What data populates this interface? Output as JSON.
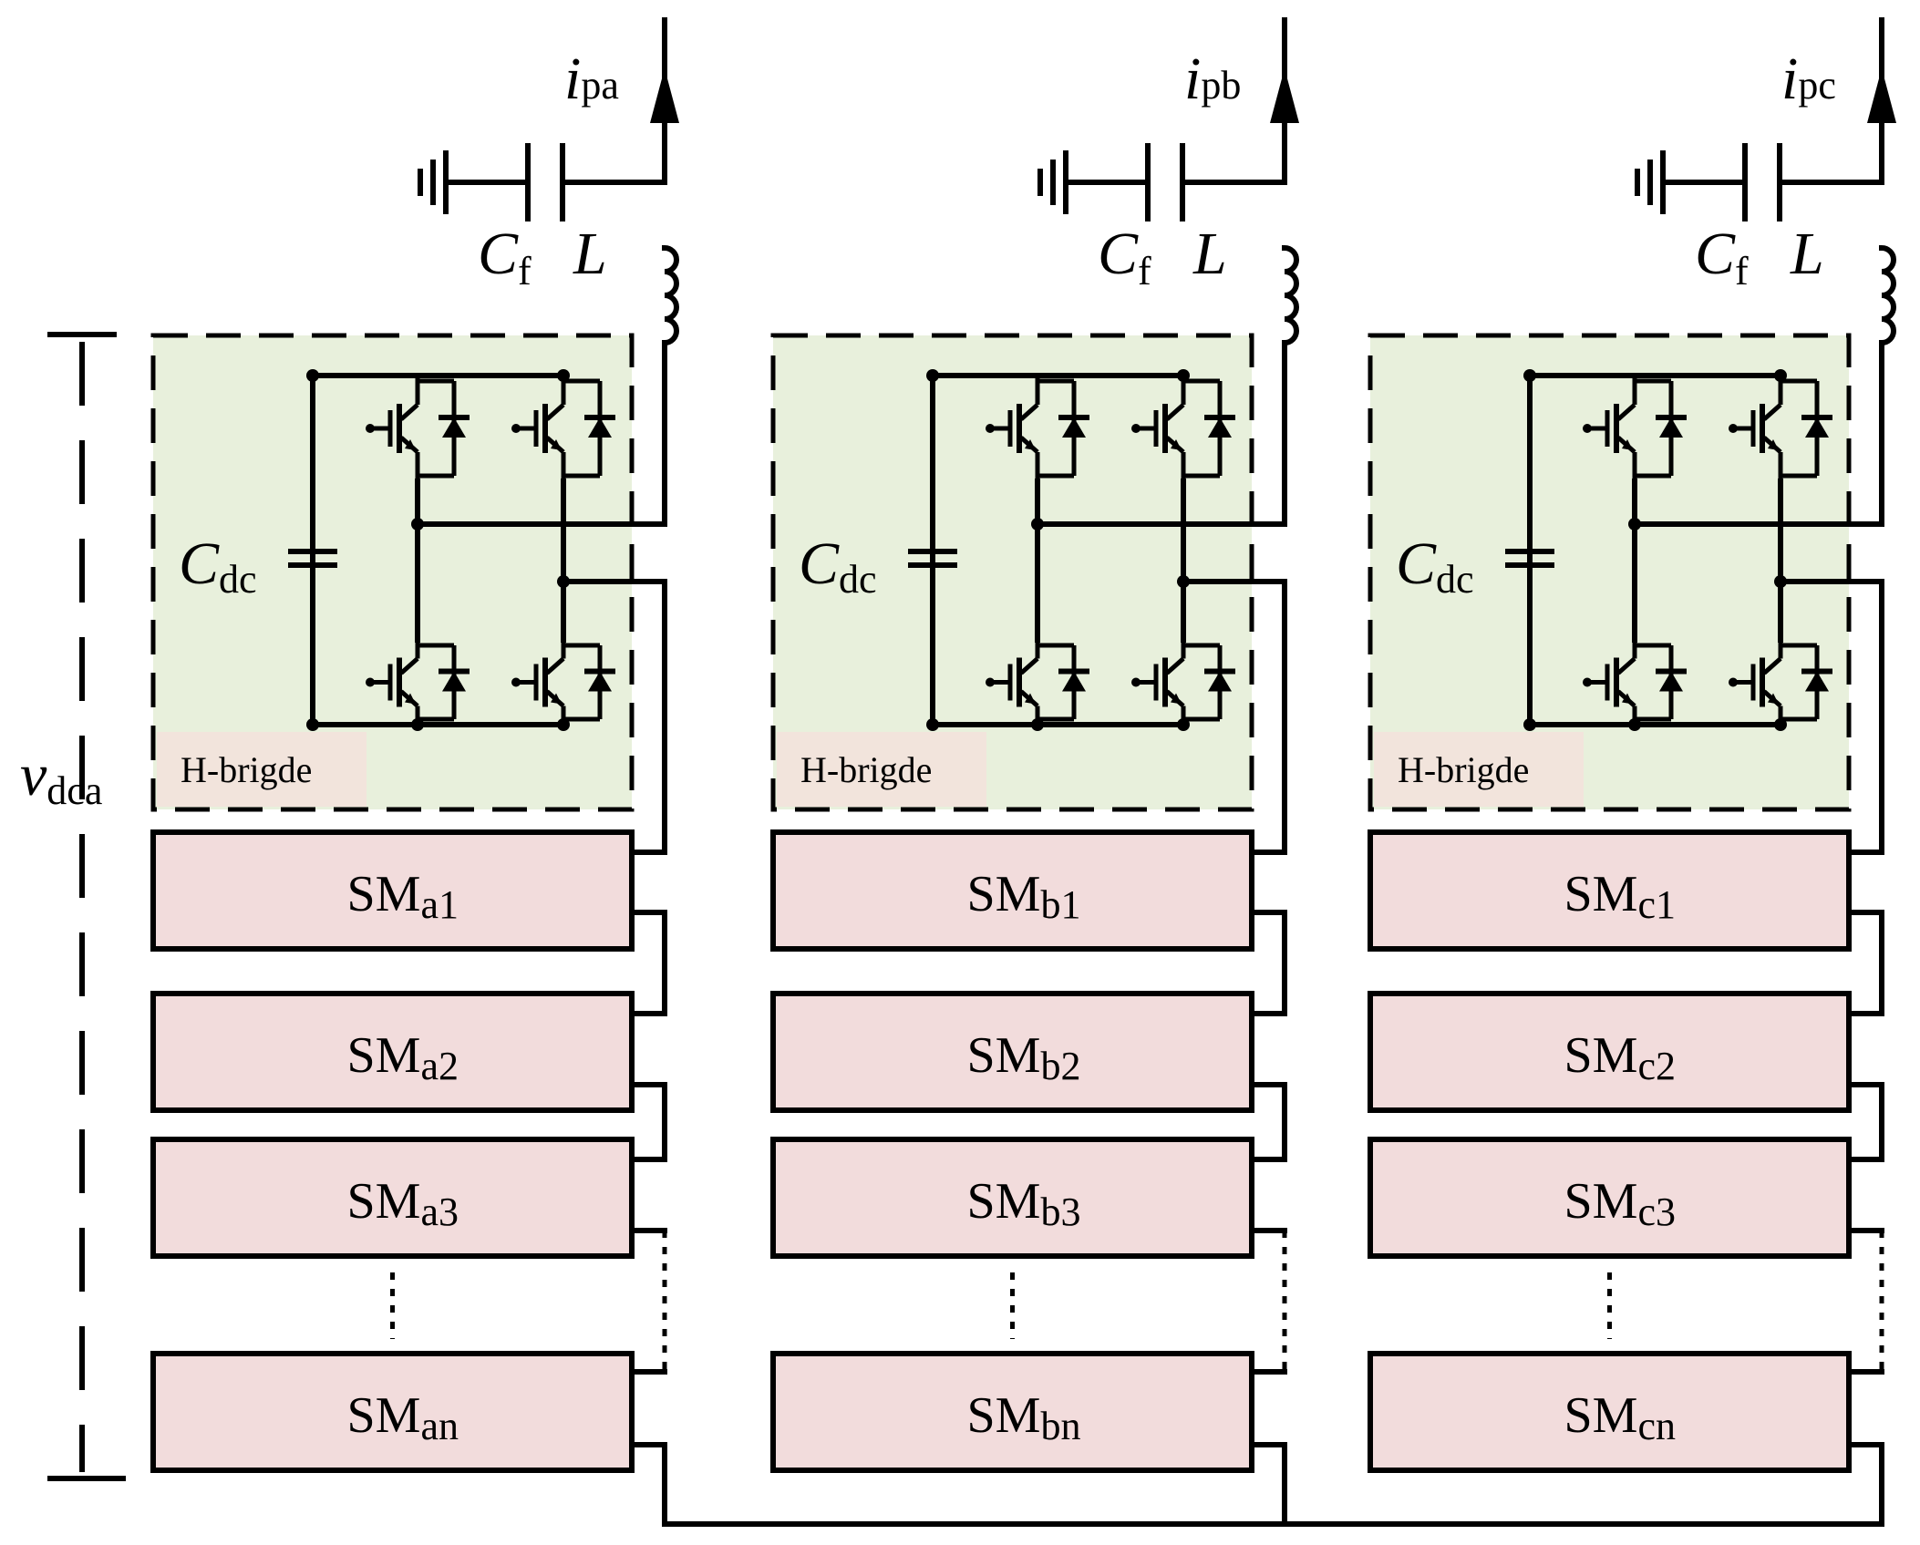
{
  "left_voltage": {
    "main": "v",
    "sub": "dca"
  },
  "legs": [
    {
      "id": "a",
      "current": {
        "main": "i",
        "sub": "pa"
      },
      "cf": {
        "main": "C",
        "sub": "f"
      },
      "inductor": "L",
      "cdc": {
        "main": "C",
        "sub": "dc"
      },
      "hbridge_label": "H-brigde",
      "submodules": [
        {
          "main": "SM",
          "sub": "a1"
        },
        {
          "main": "SM",
          "sub": "a2"
        },
        {
          "main": "SM",
          "sub": "a3"
        },
        {
          "main": "SM",
          "sub": "an"
        }
      ]
    },
    {
      "id": "b",
      "current": {
        "main": "i",
        "sub": "pb"
      },
      "cf": {
        "main": "C",
        "sub": "f"
      },
      "inductor": "L",
      "cdc": {
        "main": "C",
        "sub": "dc"
      },
      "hbridge_label": "H-brigde",
      "submodules": [
        {
          "main": "SM",
          "sub": "b1"
        },
        {
          "main": "SM",
          "sub": "b2"
        },
        {
          "main": "SM",
          "sub": "b3"
        },
        {
          "main": "SM",
          "sub": "bn"
        }
      ]
    },
    {
      "id": "c",
      "current": {
        "main": "i",
        "sub": "pc"
      },
      "cf": {
        "main": "C",
        "sub": "f"
      },
      "inductor": "L",
      "cdc": {
        "main": "C",
        "sub": "dc"
      },
      "hbridge_label": "H-brigde",
      "submodules": [
        {
          "main": "SM",
          "sub": "c1"
        },
        {
          "main": "SM",
          "sub": "c2"
        },
        {
          "main": "SM",
          "sub": "c3"
        },
        {
          "main": "SM",
          "sub": "cn"
        }
      ]
    }
  ]
}
